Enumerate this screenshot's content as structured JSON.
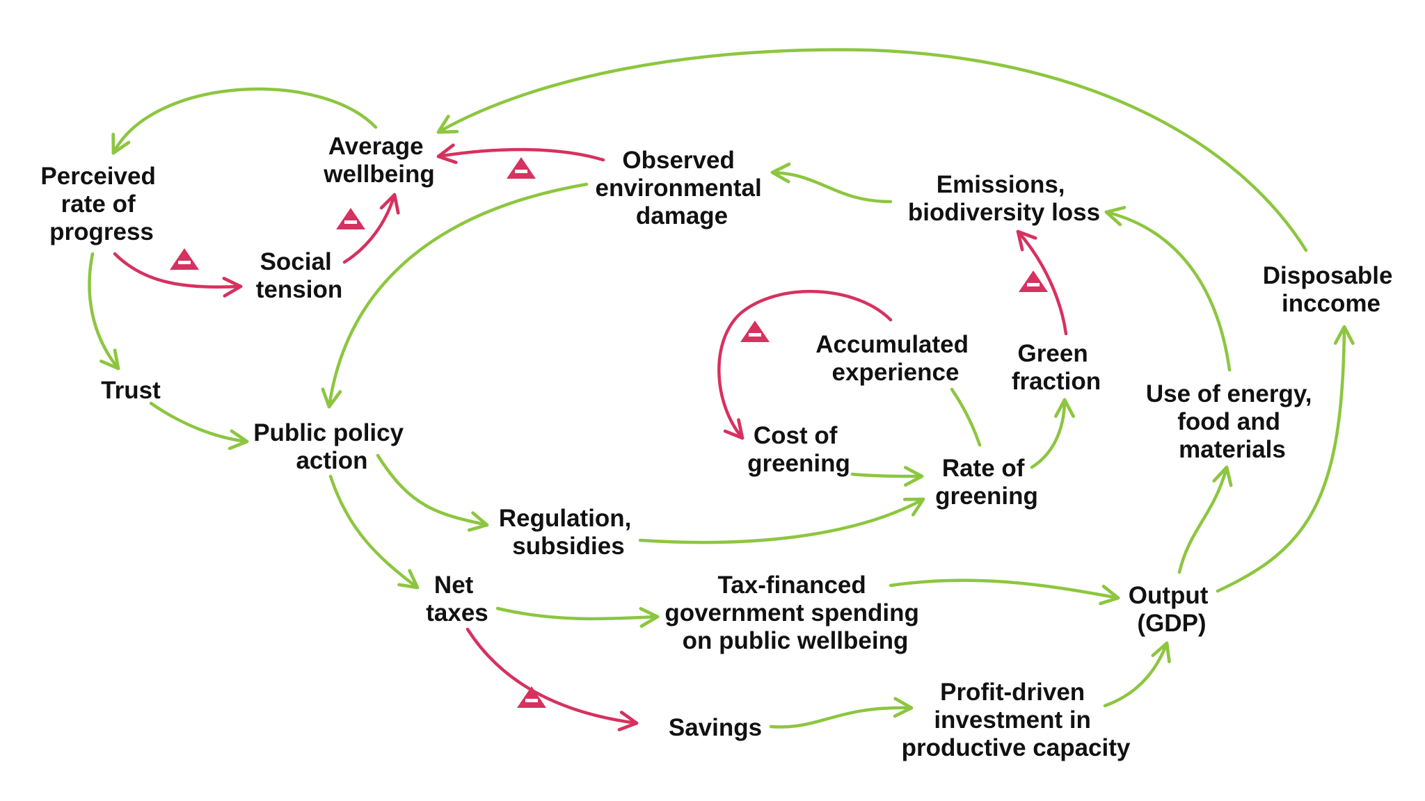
{
  "colors": {
    "positive_link": "#8cc63f",
    "negative_link": "#d6315f",
    "label_text": "#111111",
    "background": "#ffffff"
  },
  "negative_marker": "minus-triangle-icon",
  "nodes": {
    "perceived_rate_of_progress": [
      "Perceived",
      "rate of",
      "progress"
    ],
    "average_wellbeing": [
      "Average",
      "wellbeing"
    ],
    "social_tension": [
      "Social",
      "tension"
    ],
    "observed_environmental_damage": [
      "Observed",
      "environmental",
      "damage"
    ],
    "emissions_biodiversity_loss": [
      "Emissions,",
      "biodiversity loss"
    ],
    "disposable_income": [
      "Disposable",
      "inccome"
    ],
    "accumulated_experience": [
      "Accumulated",
      "experience"
    ],
    "green_fraction": [
      "Green",
      "fraction"
    ],
    "trust": [
      "Trust"
    ],
    "public_policy_action": [
      "Public policy",
      "action"
    ],
    "cost_of_greening": [
      "Cost of",
      "greening"
    ],
    "rate_of_greening": [
      "Rate of",
      "greening"
    ],
    "use_of_energy": [
      "Use of energy,",
      "food and",
      "materials"
    ],
    "regulation_subsidies": [
      "Regulation,",
      "subsidies"
    ],
    "net_taxes": [
      "Net",
      "taxes"
    ],
    "tax_financed_spending": [
      "Tax-financed",
      "government spending",
      "on public wellbeing"
    ],
    "output_gdp": [
      "Output",
      "(GDP)"
    ],
    "savings": [
      "Savings"
    ],
    "profit_driven_investment": [
      "Profit-driven",
      "investment in",
      "productive capacity"
    ]
  },
  "links": [
    {
      "from": "average_wellbeing",
      "to": "perceived_rate_of_progress",
      "polarity": "positive"
    },
    {
      "from": "perceived_rate_of_progress",
      "to": "social_tension",
      "polarity": "negative"
    },
    {
      "from": "social_tension",
      "to": "average_wellbeing",
      "polarity": "negative"
    },
    {
      "from": "observed_environmental_damage",
      "to": "average_wellbeing",
      "polarity": "negative"
    },
    {
      "from": "disposable_income",
      "to": "average_wellbeing",
      "polarity": "positive"
    },
    {
      "from": "emissions_biodiversity_loss",
      "to": "observed_environmental_damage",
      "polarity": "positive"
    },
    {
      "from": "observed_environmental_damage",
      "to": "public_policy_action",
      "polarity": "positive"
    },
    {
      "from": "perceived_rate_of_progress",
      "to": "trust",
      "polarity": "positive"
    },
    {
      "from": "trust",
      "to": "public_policy_action",
      "polarity": "positive"
    },
    {
      "from": "public_policy_action",
      "to": "regulation_subsidies",
      "polarity": "positive"
    },
    {
      "from": "regulation_subsidies",
      "to": "rate_of_greening",
      "polarity": "positive"
    },
    {
      "from": "public_policy_action",
      "to": "net_taxes",
      "polarity": "positive"
    },
    {
      "from": "net_taxes",
      "to": "tax_financed_spending",
      "polarity": "positive"
    },
    {
      "from": "net_taxes",
      "to": "savings",
      "polarity": "negative"
    },
    {
      "from": "savings",
      "to": "profit_driven_investment",
      "polarity": "positive"
    },
    {
      "from": "profit_driven_investment",
      "to": "output_gdp",
      "polarity": "positive"
    },
    {
      "from": "tax_financed_spending",
      "to": "output_gdp",
      "polarity": "positive"
    },
    {
      "from": "output_gdp",
      "to": "use_of_energy",
      "polarity": "positive"
    },
    {
      "from": "output_gdp",
      "to": "disposable_income",
      "polarity": "positive"
    },
    {
      "from": "use_of_energy",
      "to": "emissions_biodiversity_loss",
      "polarity": "positive"
    },
    {
      "from": "green_fraction",
      "to": "emissions_biodiversity_loss",
      "polarity": "negative"
    },
    {
      "from": "rate_of_greening",
      "to": "green_fraction",
      "polarity": "positive"
    },
    {
      "from": "rate_of_greening",
      "to": "accumulated_experience",
      "polarity": "positive"
    },
    {
      "from": "accumulated_experience",
      "to": "cost_of_greening",
      "polarity": "negative"
    },
    {
      "from": "cost_of_greening",
      "to": "rate_of_greening",
      "polarity": "positive"
    }
  ]
}
